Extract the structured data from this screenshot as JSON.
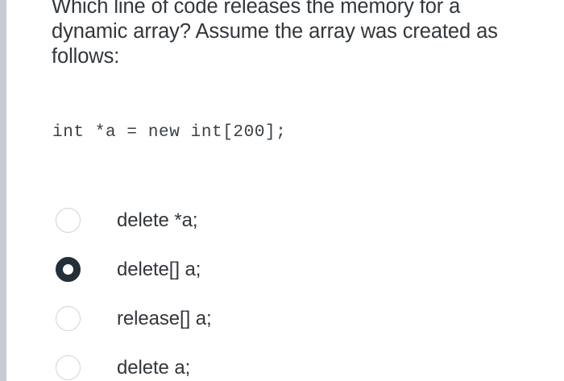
{
  "page": {
    "background_color": "#ffffff",
    "text_color": "#32373c",
    "gutter_color": "#c6ccd3"
  },
  "question": {
    "prompt": "Which line of code releases the memory for a\ndynamic array? Assume the array was created as\nfollows:",
    "code": "int *a = new int[200];"
  },
  "options": [
    {
      "label": "delete *a;",
      "selected": false
    },
    {
      "label": "delete[] a;",
      "selected": true
    },
    {
      "label": "release[] a;",
      "selected": false
    },
    {
      "label": "delete a;",
      "selected": false
    }
  ],
  "colors": {
    "radio_selected": "#242f38",
    "radio_unselected_border": "#d0d3d7"
  }
}
